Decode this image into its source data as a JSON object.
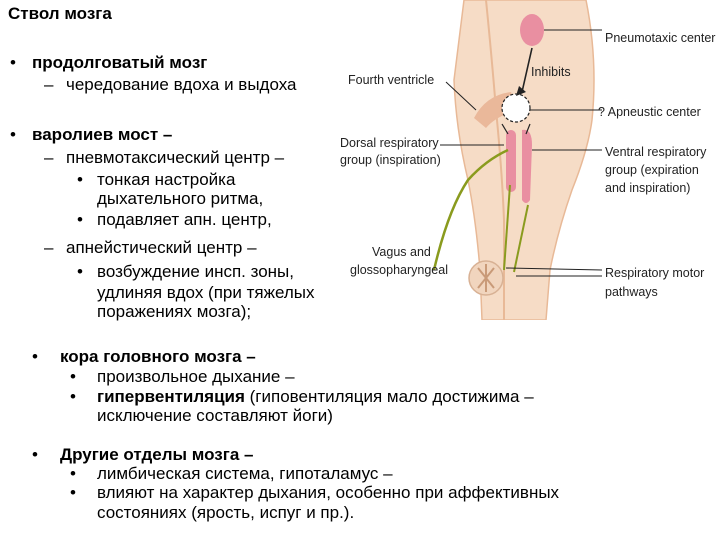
{
  "title": "Ствол мозга",
  "medulla": {
    "heading": "продолговатый мозг",
    "item1": "чередование вдоха и выдоха"
  },
  "pons": {
    "heading": "варолиев мост –",
    "pneumo": "пневмотаксический центр –",
    "pneumo_items": [
      "тонкая настройка",
      "дыхательного ритма,",
      "подавляет апн. центр,"
    ],
    "apneu": "апнейстический центр –",
    "apneu_items": [
      "возбуждение инсп. зоны,",
      "удлиняя вдох (при тяжелых",
      "поражениях мозга);"
    ]
  },
  "cortex": {
    "heading": "кора головного мозга –",
    "item1": "произвольное дыхание –",
    "item2_bold": "гипервентиляция",
    "item2_rest": " (гиповентиляция мало достижима –",
    "item2_cont": "исключение составляют йоги)"
  },
  "other": {
    "heading": "Другие отделы мозга –",
    "item1": "лимбическая система, гипоталамус –",
    "item2": "влияют на характер дыхания, особенно при аффективных",
    "item2_cont": "состояниях (ярость, испуг и пр.)."
  },
  "diagram": {
    "labels": {
      "pneumotaxic": "Pneumotaxic center",
      "inhibits": "Inhibits",
      "fourth": "Fourth ventricle",
      "apneustic": "? Apneustic center",
      "dorsal1": "Dorsal respiratory",
      "dorsal2": "group (inspiration)",
      "ventral1": "Ventral respiratory",
      "ventral2": "group (expiration",
      "ventral3": "and inspiration)",
      "vagus1": "Vagus and",
      "vagus2": "glossopharyngeal",
      "motor1": "Respiratory motor",
      "motor2": "pathways"
    },
    "colors": {
      "tissue": "#f6dcc6",
      "tissue_dark": "#e8b997",
      "center": "#e98fa1",
      "nerve": "#8a9b1e",
      "arrow": "#222222"
    }
  }
}
